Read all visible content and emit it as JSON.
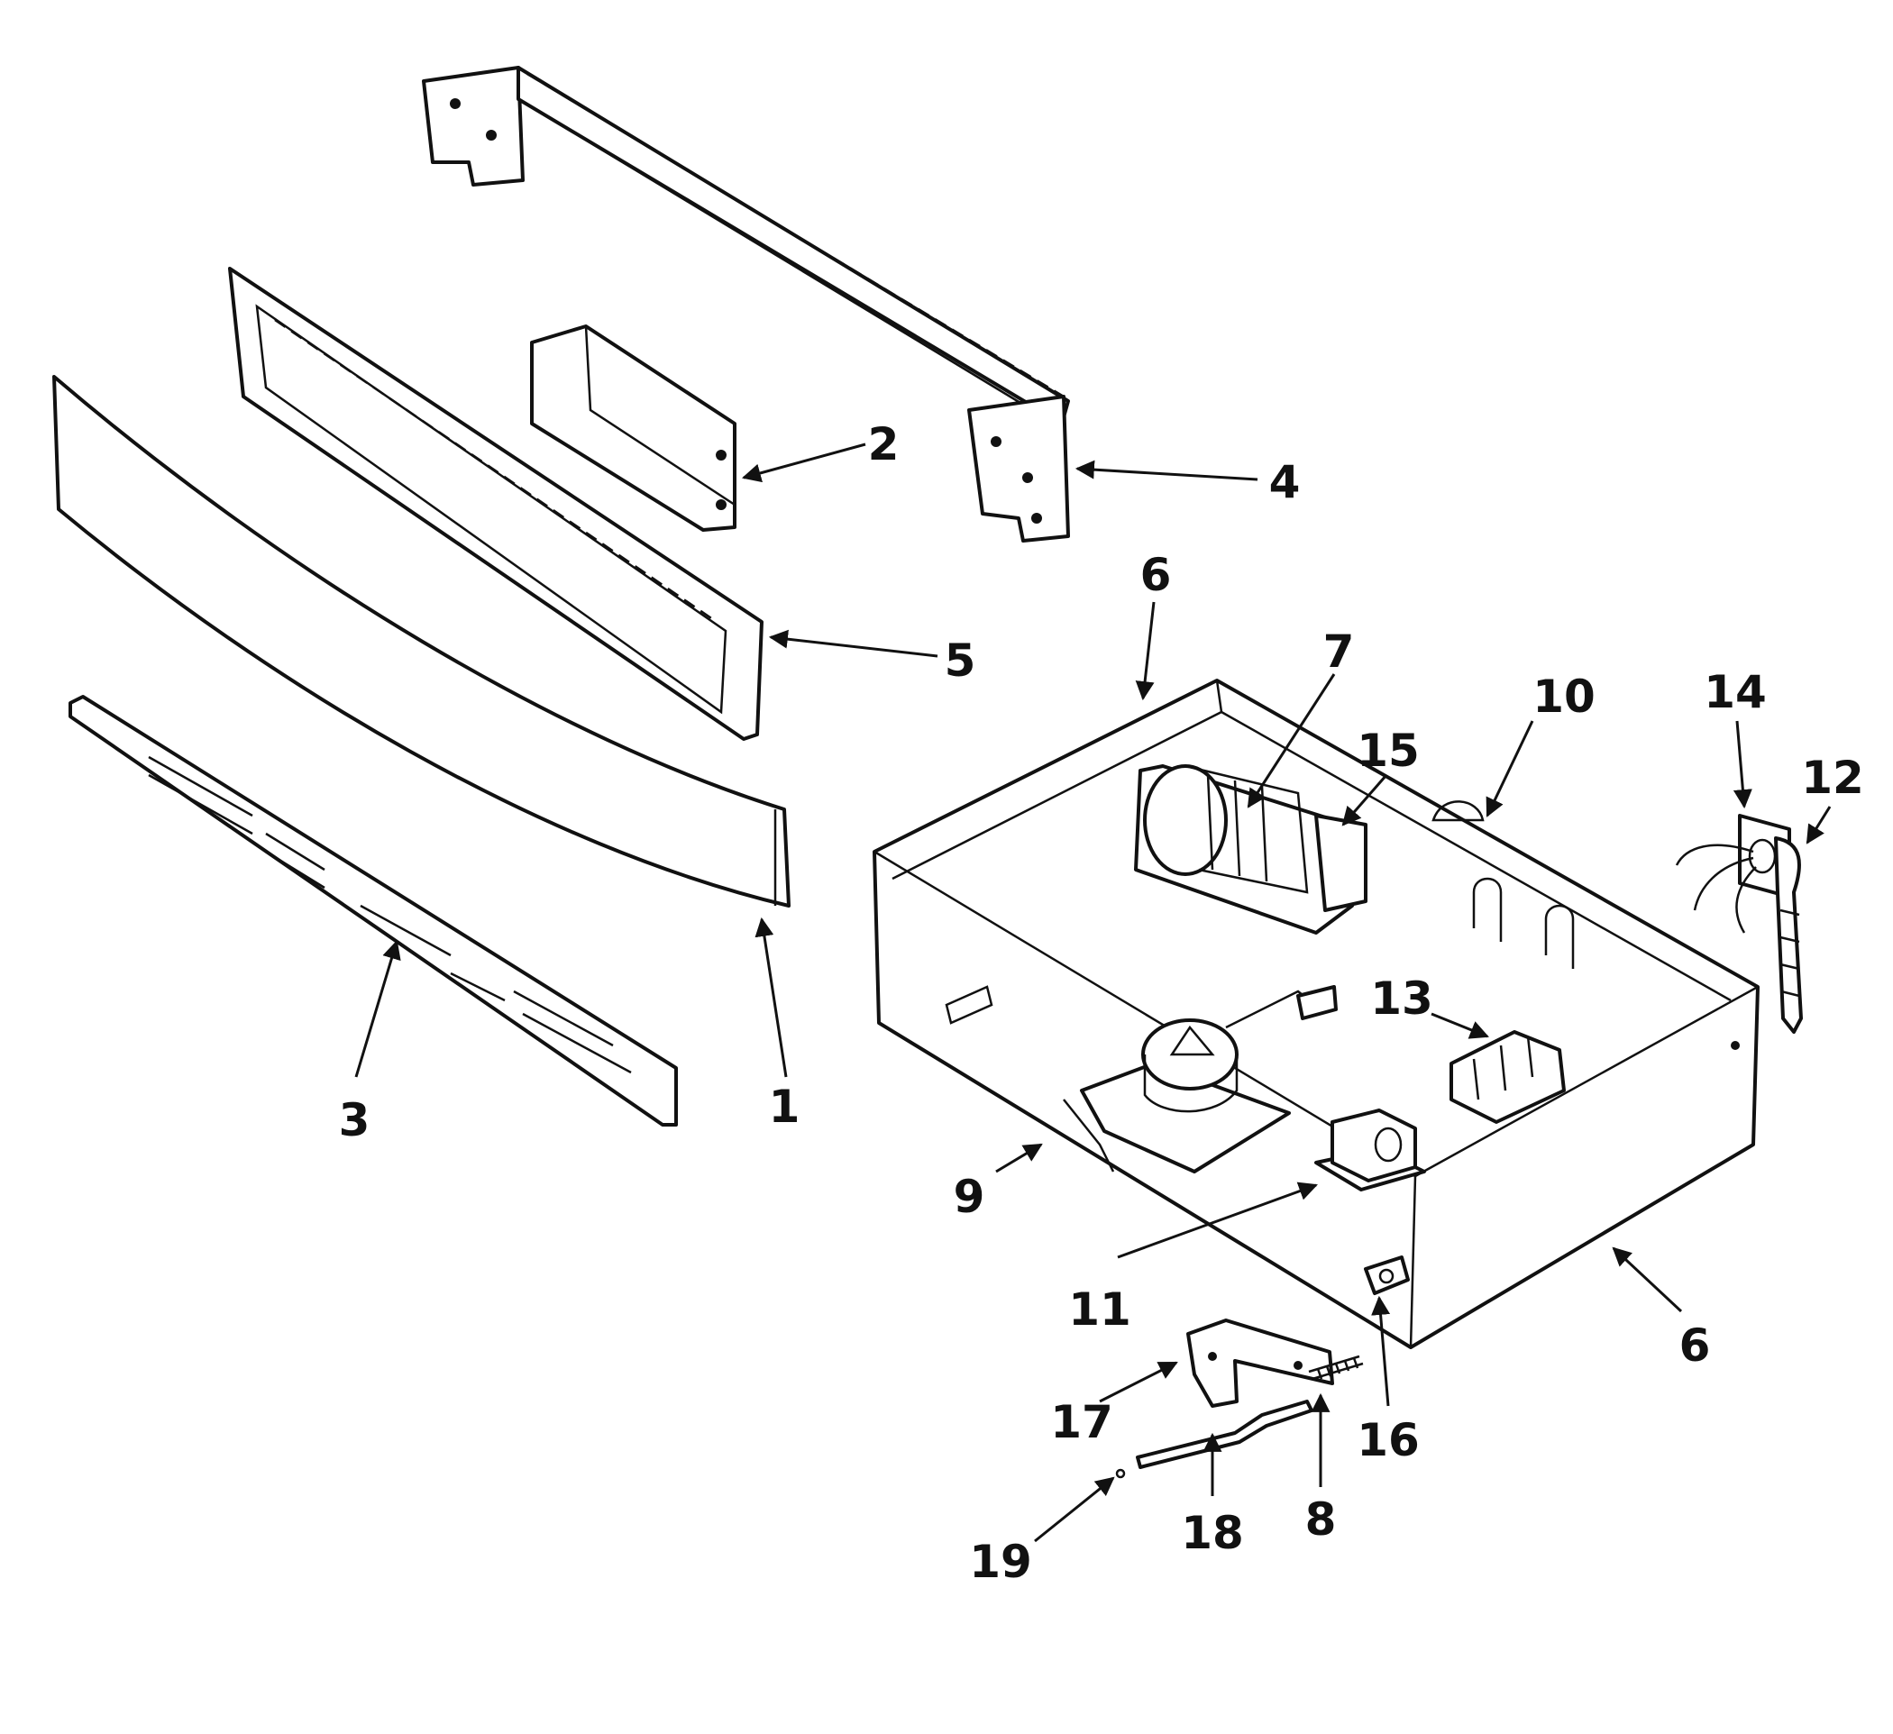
{
  "callouts": [
    "1",
    "2",
    "3",
    "4",
    "5",
    "6",
    "6",
    "7",
    "8",
    "9",
    "10",
    "11",
    "12",
    "13",
    "14",
    "15",
    "16",
    "17",
    "18",
    "19"
  ],
  "colors": {
    "line": "#111111",
    "background": "#ffffff"
  }
}
